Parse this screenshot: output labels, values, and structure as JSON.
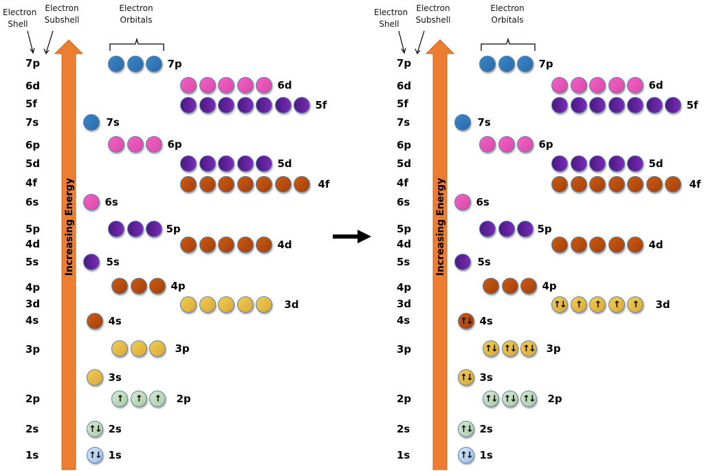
{
  "headers": {
    "shell": [
      "Electron",
      "Shell"
    ],
    "subshell": [
      "Electron",
      "Subshell"
    ],
    "orbitals": [
      "Electron",
      "Orbitals"
    ]
  },
  "energy_label": "Increasing Energy",
  "transition_arrow": "right-arrow",
  "colors": {
    "blue": "#2f78bd",
    "pink": "#e754b6",
    "purple": "#5e2399",
    "brown": "#b84b0c",
    "yellow": "#e6bb44",
    "green": "#bfdcb9",
    "light_blue": "#b9d3f5",
    "arrow_orange": "#ed7d31"
  },
  "shell_labels": [
    "7p",
    "6d",
    "5f",
    "7s",
    "6p",
    "5d",
    "4f",
    "6s",
    "5p",
    "4d",
    "5s",
    "4p",
    "3d",
    "4s",
    "3p",
    "2p",
    "2s",
    "1s"
  ],
  "left": {
    "subshells": [
      {
        "name": "7p",
        "color": "blue",
        "electrons": [
          "",
          "",
          ""
        ]
      },
      {
        "name": "6d",
        "color": "pink",
        "electrons": [
          "",
          "",
          "",
          "",
          ""
        ]
      },
      {
        "name": "5f",
        "color": "purple",
        "electrons": [
          "",
          "",
          "",
          "",
          "",
          "",
          ""
        ]
      },
      {
        "name": "7s",
        "color": "blue",
        "electrons": [
          ""
        ]
      },
      {
        "name": "6p",
        "color": "pink",
        "electrons": [
          "",
          "",
          ""
        ]
      },
      {
        "name": "5d",
        "color": "purple",
        "electrons": [
          "",
          "",
          "",
          "",
          ""
        ]
      },
      {
        "name": "4f",
        "color": "brown",
        "electrons": [
          "",
          "",
          "",
          "",
          "",
          "",
          ""
        ]
      },
      {
        "name": "6s",
        "color": "pink",
        "electrons": [
          ""
        ]
      },
      {
        "name": "5p",
        "color": "purple",
        "electrons": [
          "",
          "",
          ""
        ]
      },
      {
        "name": "4d",
        "color": "brown",
        "electrons": [
          "",
          "",
          "",
          "",
          ""
        ]
      },
      {
        "name": "5s",
        "color": "purple",
        "electrons": [
          ""
        ]
      },
      {
        "name": "4p",
        "color": "brown",
        "electrons": [
          "",
          "",
          ""
        ]
      },
      {
        "name": "3d",
        "color": "yellow",
        "electrons": [
          "",
          "",
          "",
          "",
          ""
        ]
      },
      {
        "name": "4s",
        "color": "brown",
        "electrons": [
          ""
        ]
      },
      {
        "name": "3p",
        "color": "yellow",
        "electrons": [
          "",
          "",
          ""
        ]
      },
      {
        "name": "3s",
        "color": "yellow",
        "electrons": [
          ""
        ]
      },
      {
        "name": "2p",
        "color": "green",
        "electrons": [
          "↑",
          "↑",
          "↑"
        ]
      },
      {
        "name": "2s",
        "color": "green",
        "electrons": [
          "↑↓"
        ]
      },
      {
        "name": "1s",
        "color": "light_blue",
        "electrons": [
          "↑↓"
        ]
      }
    ]
  },
  "right": {
    "subshells": [
      {
        "name": "7p",
        "color": "blue",
        "electrons": [
          "",
          "",
          ""
        ]
      },
      {
        "name": "6d",
        "color": "pink",
        "electrons": [
          "",
          "",
          "",
          "",
          ""
        ]
      },
      {
        "name": "5f",
        "color": "purple",
        "electrons": [
          "",
          "",
          "",
          "",
          "",
          "",
          ""
        ]
      },
      {
        "name": "7s",
        "color": "blue",
        "electrons": [
          ""
        ]
      },
      {
        "name": "6p",
        "color": "pink",
        "electrons": [
          "",
          "",
          ""
        ]
      },
      {
        "name": "5d",
        "color": "purple",
        "electrons": [
          "",
          "",
          "",
          "",
          ""
        ]
      },
      {
        "name": "4f",
        "color": "brown",
        "electrons": [
          "",
          "",
          "",
          "",
          "",
          "",
          ""
        ]
      },
      {
        "name": "6s",
        "color": "pink",
        "electrons": [
          ""
        ]
      },
      {
        "name": "5p",
        "color": "purple",
        "electrons": [
          "",
          "",
          ""
        ]
      },
      {
        "name": "4d",
        "color": "brown",
        "electrons": [
          "",
          "",
          "",
          "",
          ""
        ]
      },
      {
        "name": "5s",
        "color": "purple",
        "electrons": [
          ""
        ]
      },
      {
        "name": "4p",
        "color": "brown",
        "electrons": [
          "",
          "",
          ""
        ]
      },
      {
        "name": "3d",
        "color": "yellow",
        "electrons": [
          "↑↓",
          "↑",
          "↑",
          "↑",
          "↑"
        ]
      },
      {
        "name": "4s",
        "color": "brown",
        "electrons": [
          "↑↓"
        ]
      },
      {
        "name": "3p",
        "color": "yellow",
        "electrons": [
          "↑↓",
          "↑↓",
          "↑↓"
        ]
      },
      {
        "name": "3s",
        "color": "yellow",
        "electrons": [
          "↑↓"
        ]
      },
      {
        "name": "2p",
        "color": "green",
        "electrons": [
          "↑↓",
          "↑↓",
          "↑↓"
        ]
      },
      {
        "name": "2s",
        "color": "green",
        "electrons": [
          "↑↓"
        ]
      },
      {
        "name": "1s",
        "color": "light_blue",
        "electrons": [
          "↑↓"
        ]
      }
    ]
  }
}
